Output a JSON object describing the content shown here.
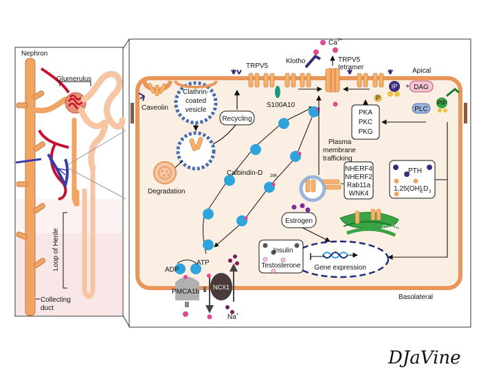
{
  "left_panel": {
    "title": "Nephron",
    "glomerulus": "Glumerulus",
    "loop_of_henle": "Loop of Henle",
    "collecting_duct_line1": "Collecting",
    "collecting_duct_line2": "duct"
  },
  "cell": {
    "apical": "Apical",
    "basolateral": "Basolateral",
    "caveolin": "Caveolin",
    "clathrin_line1": "Clathrin-",
    "clathrin_line2": "coated",
    "clathrin_line3": "vesicle",
    "degradation": "Degradation",
    "recycling": "Recycling",
    "trpv5": "TRPV5",
    "s100a10": "S100A10",
    "klotho": "Klotho",
    "ca": "Ca",
    "ca_sup": "2+",
    "trpv5_tetramer_line1": "TRPV5",
    "trpv5_tetramer_line2": "tetramer",
    "calbindin": "Calbindin-D",
    "calbindin_sub": "28K",
    "plasma_line1": "Plasma",
    "plasma_line2": "membrane",
    "plasma_line3": "trafficking",
    "kinases": [
      "PKA",
      "PKC",
      "PKG"
    ],
    "phospho": "P",
    "ip": "IP",
    "dag": "DAG",
    "plc": "PLC",
    "pip": "PIP",
    "regulators": [
      "NHERF4",
      "NHERF2",
      "Rab11a",
      "WNK4"
    ],
    "pth": "PTH",
    "vitd_prefix": "1,25(OH)",
    "vitd_sub1": "2",
    "vitd_mid": "D",
    "vitd_sub2": "3",
    "estrogen": "Estrogen",
    "golgi": "Golgi",
    "insulin": "Insulin",
    "testosterone": "Testosterone",
    "gene_expression": "Gene expression",
    "adp": "ADP",
    "atp": "ATP",
    "pmca": "PMCA1b",
    "ncx": "NCX1",
    "na": "Na",
    "na_sup": "+"
  },
  "signature": "DJaVine",
  "colors": {
    "membrane": "#e9965a",
    "cell_fill": "#fbeee3",
    "calbindin": "#2ea3dc",
    "calcium": "#e0488f",
    "protein": "#f6b26b",
    "dark_purple": "#3b2b7a",
    "golgi": "#3aa445",
    "kidney_tube": "#f0a565"
  }
}
